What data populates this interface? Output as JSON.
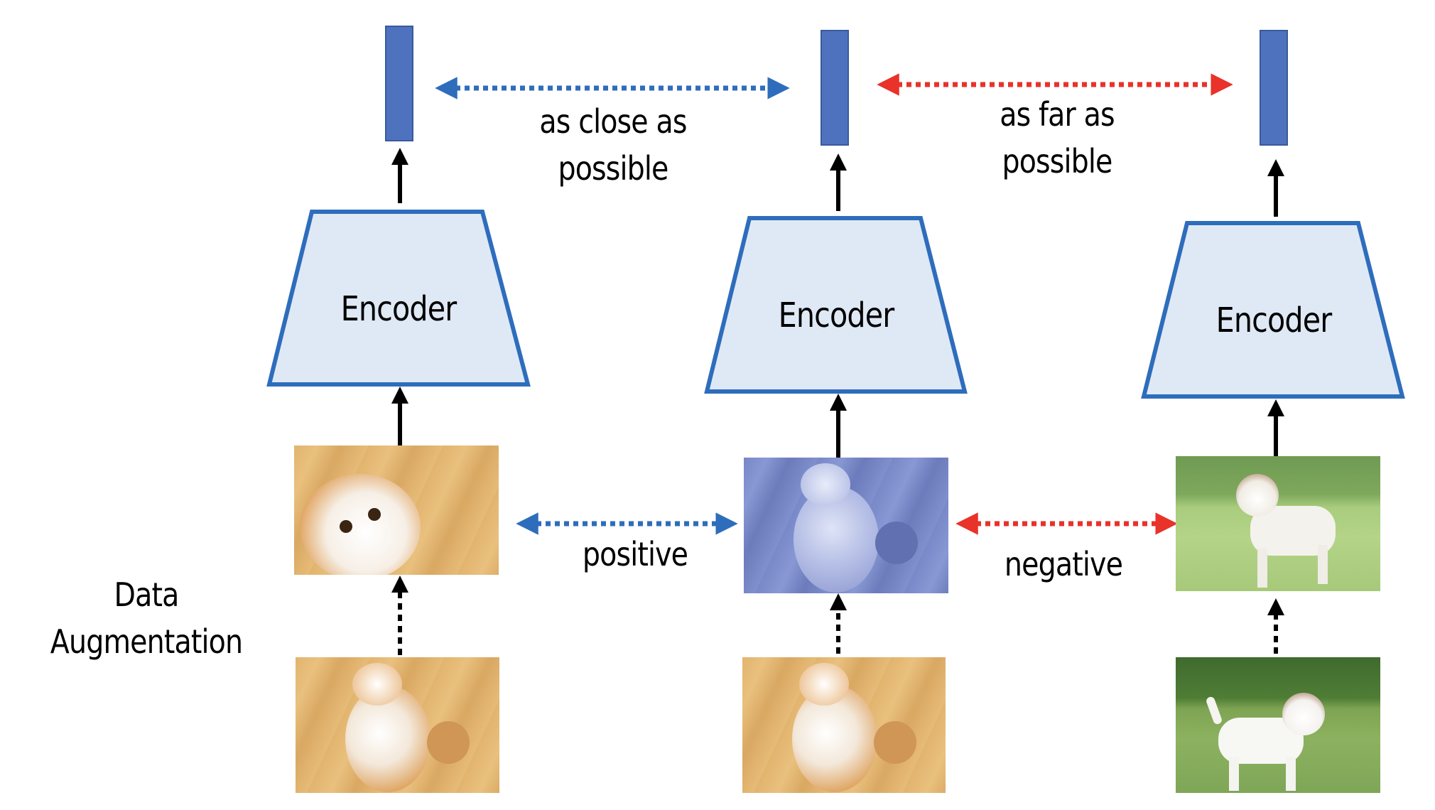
{
  "diagram": {
    "title": "Contrastive learning with data augmentation",
    "columns": [
      {
        "id": "anchor",
        "encoder_label": "Encoder",
        "augmented_image": "augmented-cat-crop",
        "source_image": "cat-photo"
      },
      {
        "id": "positive",
        "encoder_label": "Encoder",
        "augmented_image": "augmented-cat-color-jitter",
        "source_image": "cat-photo"
      },
      {
        "id": "negative",
        "encoder_label": "Encoder",
        "augmented_image": "augmented-dog-noise",
        "source_image": "dog-photo"
      }
    ],
    "labels": {
      "close_line1": "as close as",
      "close_line2": "possible",
      "far_line1": "as far as",
      "far_line2": "possible",
      "positive": "positive",
      "negative": "negative",
      "aug_line1": "Data",
      "aug_line2": "Augmentation"
    },
    "colors": {
      "embedding_bar": "#4e72be",
      "encoder_stroke": "#2e6dbc",
      "encoder_fill": "#dfe9f5",
      "attract_arrow": "#2e6dbc",
      "repel_arrow": "#e8322a",
      "arrow": "#000000"
    }
  }
}
